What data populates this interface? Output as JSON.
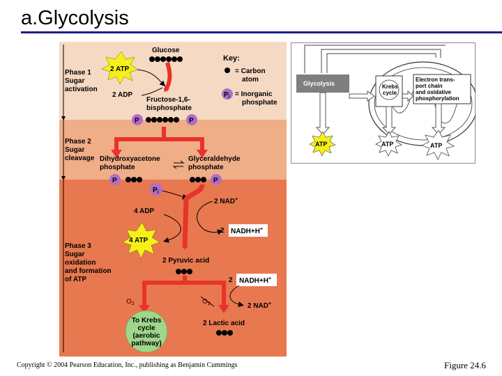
{
  "slide": {
    "title": "a.Glycolysis",
    "copyright": "Copyright © 2004 Pearson Education, Inc., publishing as Benjamin Cummings",
    "figure": "Figure 24.6"
  },
  "phases": {
    "p1": [
      "Phase 1",
      "Sugar",
      "activation"
    ],
    "p2": [
      "Phase 2",
      "Sugar",
      "cleavage"
    ],
    "p3": [
      "Phase 3",
      "Sugar",
      "oxidation",
      "and formation",
      "of ATP"
    ]
  },
  "key": {
    "title": "Key:",
    "carbon": [
      "= Carbon",
      "atom"
    ],
    "pi_symbol": "P",
    "pi_sub": "i",
    "pi": [
      "= Inorganic",
      "phosphate"
    ]
  },
  "molecules": {
    "glucose": "Glucose",
    "atp2": "2 ATP",
    "adp2": "2 ADP",
    "fructose": [
      "Fructose-1,6-",
      "bisphosphate"
    ],
    "p": "P",
    "pi_sub": "i",
    "dhap": [
      "Dihydroxyacetone",
      "phosphate"
    ],
    "g3p": [
      "Glyceraldehyde",
      "phosphate"
    ],
    "nad2": "2 NAD",
    "nad_plus": "+",
    "adp4": "4 ADP",
    "nadh_coef": "2",
    "nadh": "NADH+H",
    "nadh_plus": "+",
    "atp4": "4 ATP",
    "pyruvic": "2 Pyruvic acid",
    "o2": "O",
    "o2_sub": "2",
    "krebs": [
      "To Krebs",
      "cycle",
      "(aerobic",
      "pathway)"
    ],
    "lactic": "2 Lactic acid"
  },
  "inset": {
    "glycolysis": "Glycolysis",
    "krebs": [
      "Krebs",
      "cycle"
    ],
    "etc": [
      "Electron trans-",
      "port chain",
      "and oxidative",
      "phosphorylation"
    ],
    "atp": "ATP"
  }
}
